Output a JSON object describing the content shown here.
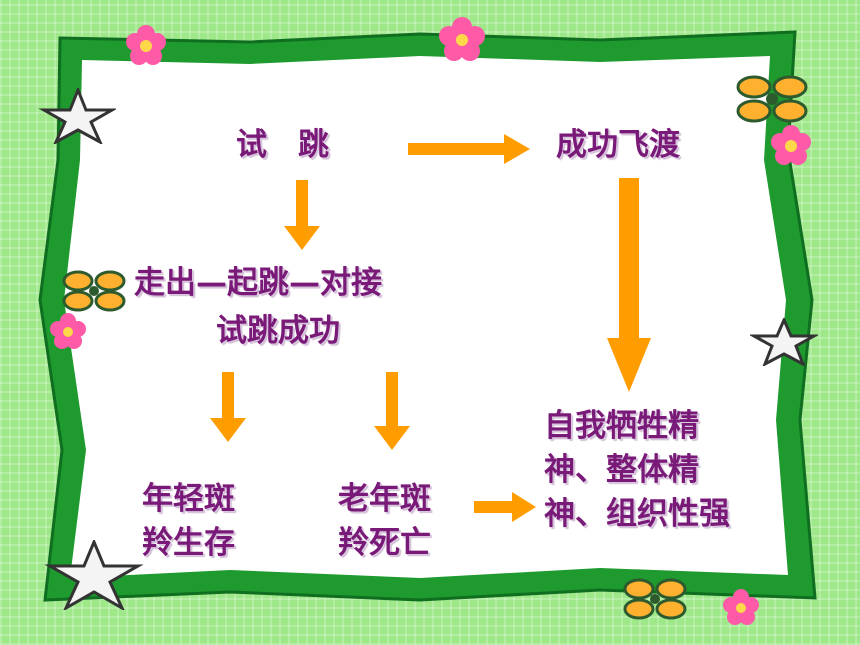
{
  "diagram": {
    "nodes": {
      "trial_jump": "试　跳",
      "success_crossing": "成功飞渡",
      "steps": "走出—起跳—对接",
      "trial_success": "试跳成功",
      "young_survive_1": "年轻斑",
      "young_survive_2": "羚生存",
      "old_die_1": "老年斑",
      "old_die_2": "羚死亡",
      "spirit": "自我牺牲精神、整体精神、组织性强"
    },
    "edges": [
      {
        "from": "trial_jump",
        "to": "success_crossing"
      },
      {
        "from": "trial_jump",
        "to": "steps"
      },
      {
        "from": "trial_success",
        "to": "young_survive"
      },
      {
        "from": "trial_success",
        "to": "old_die"
      },
      {
        "from": "old_die",
        "to": "spirit"
      },
      {
        "from": "success_crossing",
        "to": "spirit"
      }
    ]
  },
  "colors": {
    "text": "#7a1a78",
    "arrow": "#ff9d00",
    "frame_border": "#1e9a2e",
    "frame_fill": "#ffffff",
    "background": "#9ee88a",
    "flower": "#ff5aa8"
  },
  "decorations": [
    "flower-icon",
    "star-icon",
    "bow-icon"
  ]
}
